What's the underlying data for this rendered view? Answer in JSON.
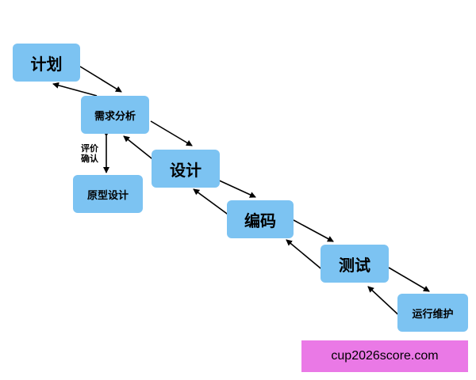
{
  "nodes": {
    "plan": "计划",
    "requirements": "需求分析",
    "prototype": "原型设计",
    "design": "设计",
    "coding": "编码",
    "testing": "测试",
    "maintenance": "运行维护"
  },
  "edge_labels": {
    "evaluate": "评价",
    "confirm": "确认"
  },
  "watermark": "cup2026score.com",
  "colors": {
    "node_fill": "#7cc3f2",
    "arrow": "#000000",
    "watermark_bg": "#ea79e6"
  }
}
